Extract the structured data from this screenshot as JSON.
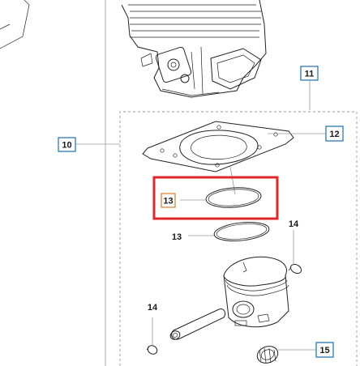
{
  "callouts": {
    "assembly": "10",
    "cylinder": "11",
    "gasket": "12",
    "ring_highlighted": "13",
    "ring_lower": "13",
    "circlip_right": "14",
    "circlip_left": "14",
    "bearing": "15"
  },
  "colors": {
    "highlight_frame": "#e0262b",
    "callout_border": "#1a6fb0",
    "callout_border_highlighted": "#e07a2a",
    "line_art": "#222222"
  },
  "highlighted_part": "13"
}
